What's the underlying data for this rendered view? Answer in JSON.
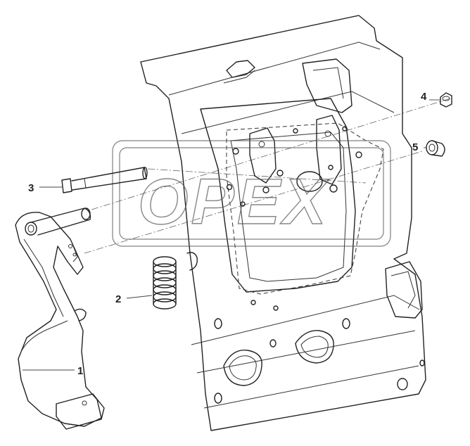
{
  "callouts": [
    {
      "id": "1",
      "label": "1"
    },
    {
      "id": "2",
      "label": "2"
    },
    {
      "id": "3",
      "label": "3"
    },
    {
      "id": "4",
      "label": "4"
    },
    {
      "id": "5",
      "label": "5"
    }
  ],
  "watermark": {
    "text": "OPEX"
  }
}
